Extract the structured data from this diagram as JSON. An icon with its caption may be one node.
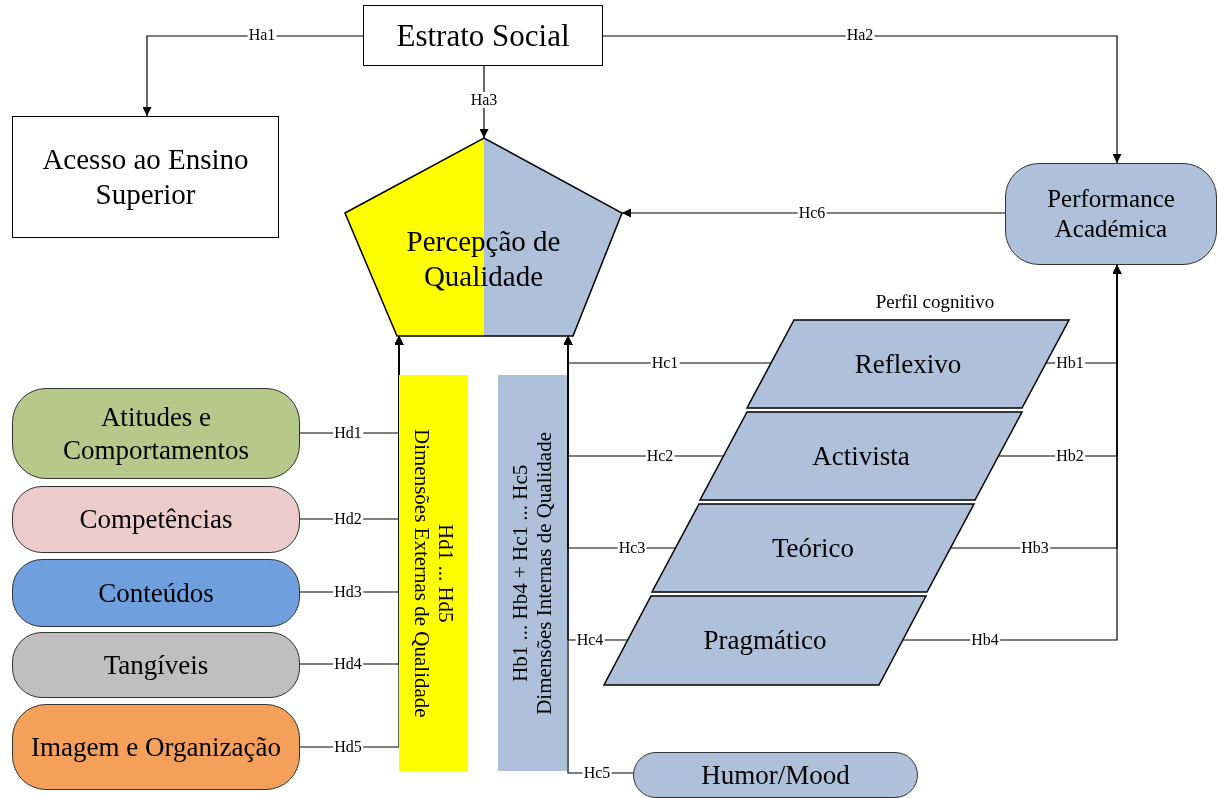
{
  "diagram": {
    "nodes": [
      {
        "text": [
          "Estrato Social"
        ]
      },
      {
        "text": [
          "Acesso ao Ensino Superior"
        ]
      },
      {
        "text": [
          "Percepção de Qualidade"
        ]
      },
      {
        "text": [
          "Performance Académica"
        ]
      },
      {
        "text": [
          "Atitudes e Comportamentos"
        ]
      },
      {
        "text": [
          "Competências"
        ]
      },
      {
        "text": [
          "Conteúdos"
        ]
      },
      {
        "text": [
          "Tangíveis"
        ]
      },
      {
        "text": [
          "Imagem e Organização"
        ]
      },
      {
        "text": [
          "Hd1 ... Hd5",
          "Dimensões Externas de Qualidade"
        ]
      },
      {
        "text": [
          "Hb1 ... Hb4 + Hc1 ... Hc5",
          "Dimensões Internas de Qualidade"
        ]
      },
      {
        "text": [
          "Reflexivo"
        ]
      },
      {
        "text": [
          "Activista"
        ]
      },
      {
        "text": [
          "Teórico"
        ]
      },
      {
        "text": [
          "Pragmático"
        ]
      },
      {
        "text": [
          "Humor/Mood"
        ]
      }
    ],
    "edges": [
      {
        "from": 0,
        "to": 1,
        "arrow": "to",
        "label": "Ha1"
      },
      {
        "from": 0,
        "to": 3,
        "arrow": "to",
        "label": "Ha2"
      },
      {
        "from": 0,
        "to": 2,
        "arrow": "to",
        "label": "Ha3"
      },
      {
        "from": 3,
        "to": 2,
        "arrow": "to",
        "label": "Hc6"
      },
      {
        "from": 4,
        "to": 2,
        "arrow": "to",
        "label": "Hd1"
      },
      {
        "from": 5,
        "to": 2,
        "arrow": "to",
        "label": "Hd2"
      },
      {
        "from": 6,
        "to": 2,
        "arrow": "to",
        "label": "Hd3"
      },
      {
        "from": 7,
        "to": 2,
        "arrow": "to",
        "label": "Hd4"
      },
      {
        "from": 8,
        "to": 2,
        "arrow": "to",
        "label": "Hd5"
      },
      {
        "from": 11,
        "to": 2,
        "arrow": "to",
        "label": "Hc1"
      },
      {
        "from": 12,
        "to": 2,
        "arrow": "to",
        "label": "Hc2"
      },
      {
        "from": 13,
        "to": 2,
        "arrow": "to",
        "label": "Hc3"
      },
      {
        "from": 14,
        "to": 2,
        "arrow": "to",
        "label": "Hc4"
      },
      {
        "from": 15,
        "to": 2,
        "arrow": "to",
        "label": "Hc5"
      },
      {
        "from": 11,
        "to": 3,
        "arrow": "to",
        "label": "Hb1"
      },
      {
        "from": 12,
        "to": 3,
        "arrow": "to",
        "label": "Hb2"
      },
      {
        "from": 13,
        "to": 3,
        "arrow": "to",
        "label": "Hb3"
      },
      {
        "from": 14,
        "to": 3,
        "arrow": "to",
        "label": "Hb4"
      }
    ],
    "labels": [
      "Perfil cognitivo"
    ]
  }
}
